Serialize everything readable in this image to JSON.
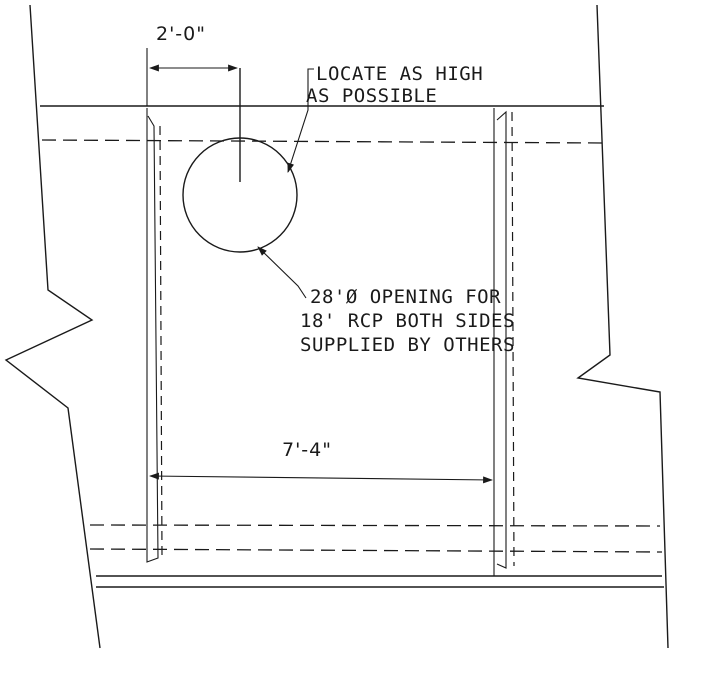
{
  "dimensions": {
    "top_width": "2'-0\"",
    "bottom_width": "7'-4\""
  },
  "notes": {
    "locate_line1": "LOCATE AS HIGH",
    "locate_line2": "AS POSSIBLE",
    "opening_line1": "28'Ø OPENING FOR",
    "opening_line2": "18' RCP BOTH SIDES",
    "opening_line3": "SUPPLIED BY OTHERS"
  }
}
